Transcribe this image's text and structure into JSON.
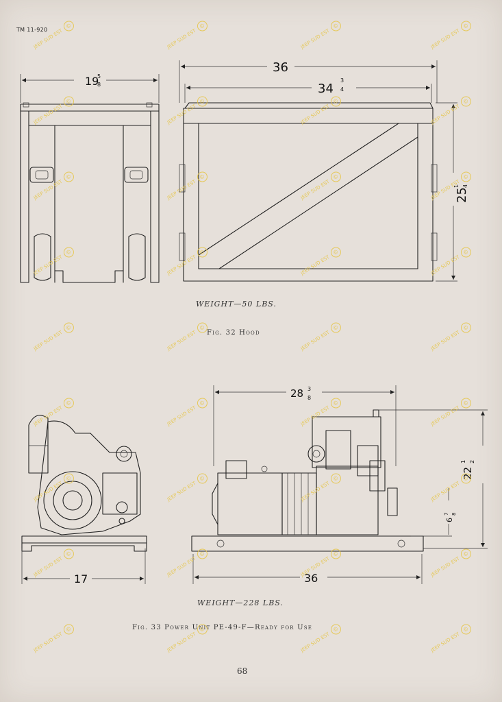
{
  "header": {
    "doc_id": "TM 11-920"
  },
  "watermark": {
    "text": "JEEP SUD EST",
    "symbol": "©"
  },
  "figure32": {
    "dims": {
      "width": "19",
      "width_num": "5",
      "width_den": "8",
      "overall_length": "36",
      "inner_length": "34",
      "inner_num": "3",
      "inner_den": "4",
      "height": "25",
      "height_num": "1",
      "height_den": "4"
    },
    "weight": "WEIGHT—50 LBS.",
    "caption": "Fig. 32   Hood"
  },
  "figure33": {
    "dims": {
      "length": "28",
      "length_num": "3",
      "length_den": "8",
      "height": "22",
      "height_num": "1",
      "height_den": "2",
      "base_height": "6",
      "base_num": "7",
      "base_den": "8",
      "base_length": "36",
      "end_width": "17"
    },
    "weight": "WEIGHT—228 LBS.",
    "caption": "Fig. 33   Power Unit PE-49-F—Ready for Use"
  },
  "footer": {
    "page_number": "68"
  }
}
